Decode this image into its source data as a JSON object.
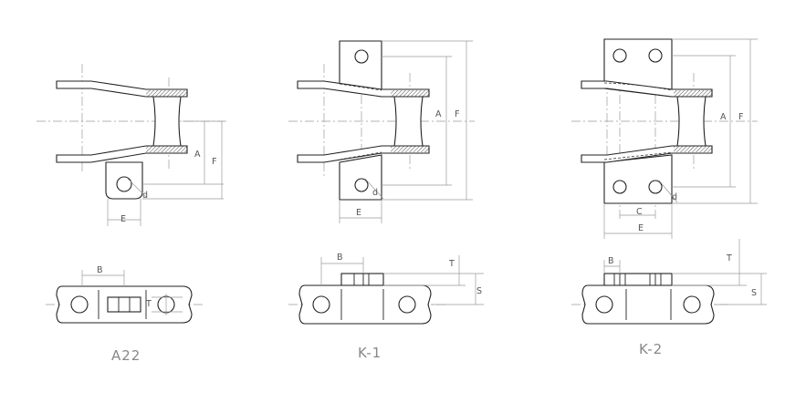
{
  "captions": {
    "a22": "A22",
    "k1": "K-1",
    "k2": "K-2"
  },
  "dims": {
    "A": "A",
    "B": "B",
    "C": "C",
    "d": "d",
    "E": "E",
    "F": "F",
    "S": "S",
    "T": "T"
  },
  "colors": {
    "line": "#222222",
    "dimension": "#9a9a9a",
    "label": "#555555",
    "caption": "#888888"
  }
}
